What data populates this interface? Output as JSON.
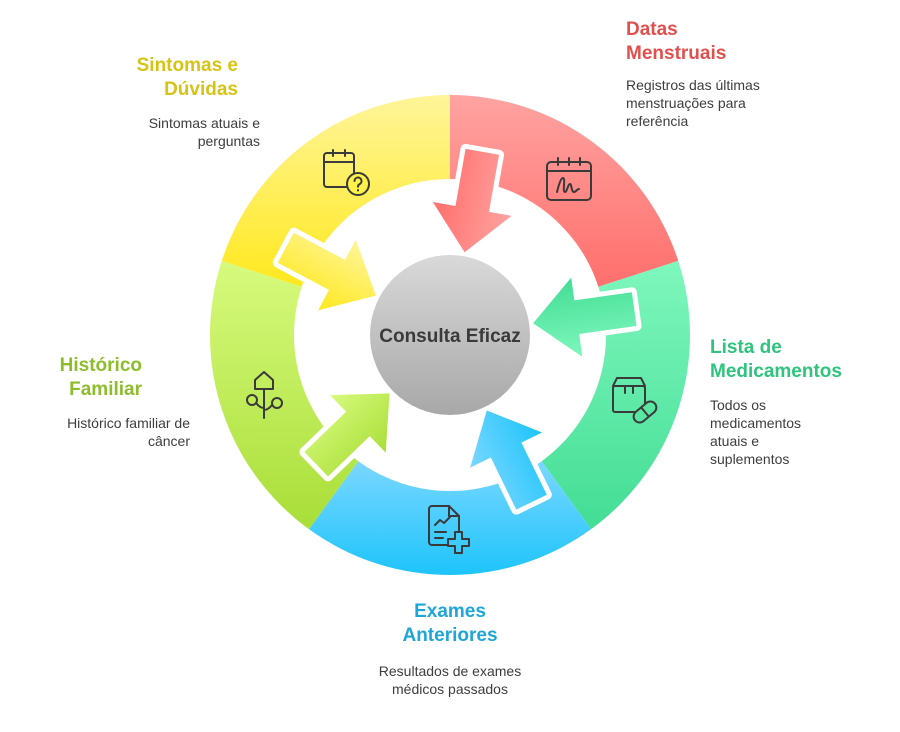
{
  "center": {
    "label": "Consulta Eficaz"
  },
  "segments": [
    {
      "key": "sintomas",
      "title": "Sintomas e Dúvidas",
      "description": "Sintomas atuais e perguntas",
      "color": "#d6c415",
      "icon": "calendar-question-icon"
    },
    {
      "key": "datas",
      "title": "Datas Menstruais",
      "description": "Registros das últimas menstruações para referência",
      "color": "#e0504f",
      "icon": "calendar-signature-icon"
    },
    {
      "key": "medicamentos",
      "title": "Lista de Medicamentos",
      "description": "Todos os medicamentos atuais e suplementos",
      "color": "#2fc47e",
      "icon": "medicine-box-pill-icon"
    },
    {
      "key": "exames",
      "title": "Exames Anteriores",
      "description": "Resultados de exames médicos passados",
      "color": "#1ea6d8",
      "icon": "medical-report-icon"
    },
    {
      "key": "historico",
      "title": "Histórico Familiar",
      "description": "Histórico familiar de câncer",
      "color": "#8dbd2b",
      "icon": "family-tree-icon"
    }
  ]
}
